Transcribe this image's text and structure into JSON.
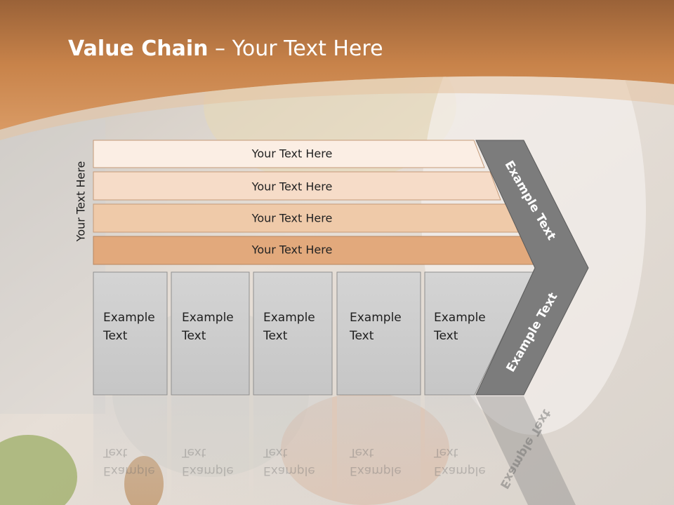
{
  "title": {
    "bold": "Value Chain",
    "rest": " – Your Text Here"
  },
  "side_label": "Your Text Here",
  "bars": [
    {
      "label": "Your Text Here"
    },
    {
      "label": "Your Text Here"
    },
    {
      "label": "Your Text Here"
    },
    {
      "label": "Your Text Here"
    }
  ],
  "boxes": [
    {
      "line1": "Example",
      "line2": "Text"
    },
    {
      "line1": "Example",
      "line2": "Text"
    },
    {
      "line1": "Example",
      "line2": "Text"
    },
    {
      "line1": "Example",
      "line2": "Text"
    },
    {
      "line1": "Example",
      "line2": "Text"
    }
  ],
  "chevron": {
    "upper_label": "Example Text",
    "lower_label": "Example Text"
  },
  "colors": {
    "header": "#c8834a",
    "bar1": "#fbeee4",
    "bar2": "#f6dcc8",
    "bar3": "#efcaa9",
    "bar4": "#e2a97c",
    "box": "#cfcfcf",
    "chevron": "#7a7a7a"
  }
}
